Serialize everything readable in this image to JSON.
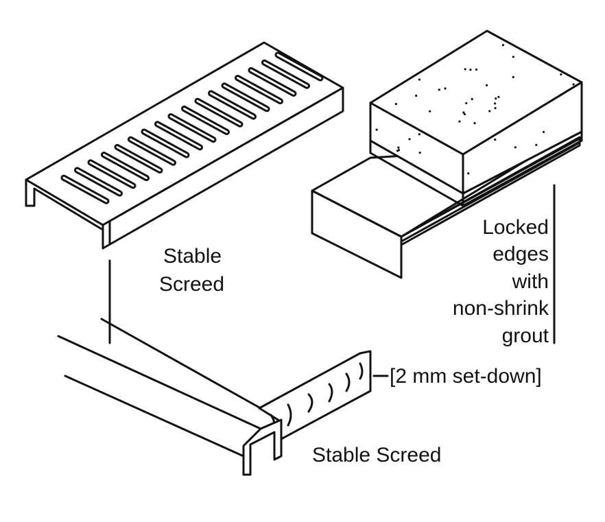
{
  "labels": {
    "top_screed_line1": "Stable",
    "top_screed_line2": "Screed",
    "locked_lines": [
      "Locked",
      "edges",
      "with",
      "non-shrink",
      "grout"
    ],
    "set_down": "[2 mm set-down]",
    "bottom_screed": "Stable Screed"
  },
  "colors": {
    "ink": "#111111",
    "background": "#ffffff"
  }
}
